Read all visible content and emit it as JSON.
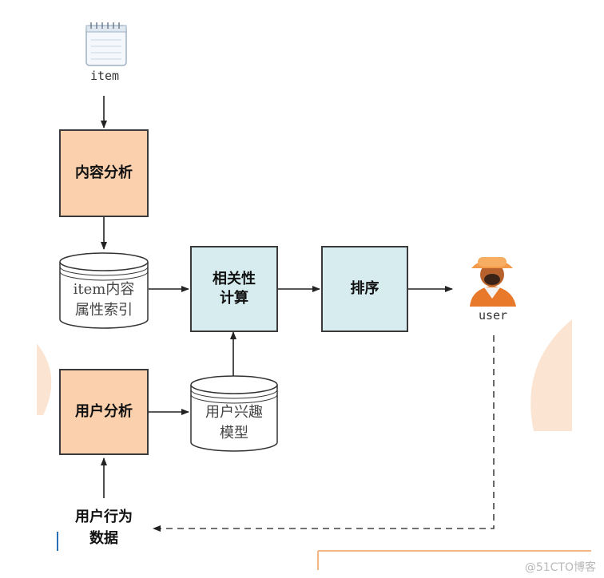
{
  "nodes": {
    "item_label": "item",
    "content_analysis": "内容分析",
    "item_index": "item内容\n属性索引",
    "relevance": "相关性\n计算",
    "ranking": "排序",
    "user_label": "user",
    "user_analysis": "用户分析",
    "interest_model": "用户兴趣\n模型",
    "behavior_data": "用户行为\n数据"
  },
  "icons": {
    "item": "notepad-icon",
    "user": "person-with-hat-icon"
  },
  "colors": {
    "analysis_box": "#fad0ad",
    "compute_box": "#d6ecef",
    "accent_deco": "#fbe5d2"
  },
  "watermark": "@51CTO博客"
}
